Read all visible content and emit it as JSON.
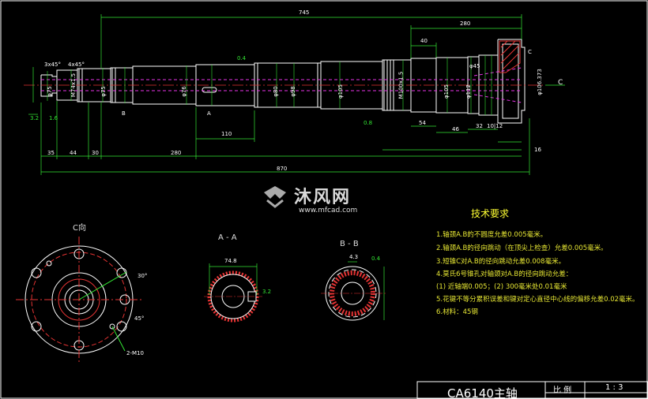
{
  "drawing": {
    "dims_top": {
      "total": "745",
      "right_seg": "280",
      "seg40": "40",
      "chamfer1": "3x45°",
      "chamfer2": "4x45°"
    },
    "dims_bottom": {
      "d35": "35",
      "d44": "44",
      "d30": "30",
      "d280": "280",
      "d870": "870",
      "d110": "110",
      "d54": "54",
      "d46": "46",
      "d32": "32",
      "d1012": "10|12",
      "d16": "16"
    },
    "dia_labels": [
      "φ75",
      "M74x1.5",
      "φ75",
      "φ76",
      "φ80",
      "φ98",
      "φ105",
      "M100x1.5",
      "φ105",
      "φ106.373",
      "φ112",
      "φ45"
    ],
    "letters": {
      "a": "A",
      "b": "B",
      "c": "C",
      "c_arrow": "C"
    },
    "ra": [
      "3.2",
      "1.6",
      "0.4",
      "0.8"
    ]
  },
  "views": {
    "c_view": "C向",
    "aa_view": "A - A",
    "bb_view": "B - B",
    "aa_width": "74.8",
    "bb_width": "4.3",
    "aa_ra": "3.2",
    "bb_ra": "0.4",
    "c_angle1": "30°",
    "c_angle2": "45°",
    "c_note": "2-M10"
  },
  "requirements": {
    "title": "技术要求",
    "items": [
      "1.轴颈A.B的不圆度允差0.005毫米。",
      "2.轴颈A.B的径向跳动（在顶尖上检查）允差0.005毫米。",
      "3.短锥C对A.B的径向跳动允差0.008毫米。",
      "4.莫氏6号锥孔对轴颈对A.B的径向跳动允差：",
      "(1) 近轴端0.005；(2) 300毫米处0.01毫米",
      "5.花键不等分累积误差和键对定心直径中心线的偏移允差0.02毫米。",
      "6.材料：45钢"
    ]
  },
  "watermark": {
    "brand": "沐风网",
    "url": "www.mfcad.com"
  },
  "title_block": {
    "name": "CA6140主轴",
    "scale_label": "比  例",
    "scale_value": "1 : 3"
  }
}
